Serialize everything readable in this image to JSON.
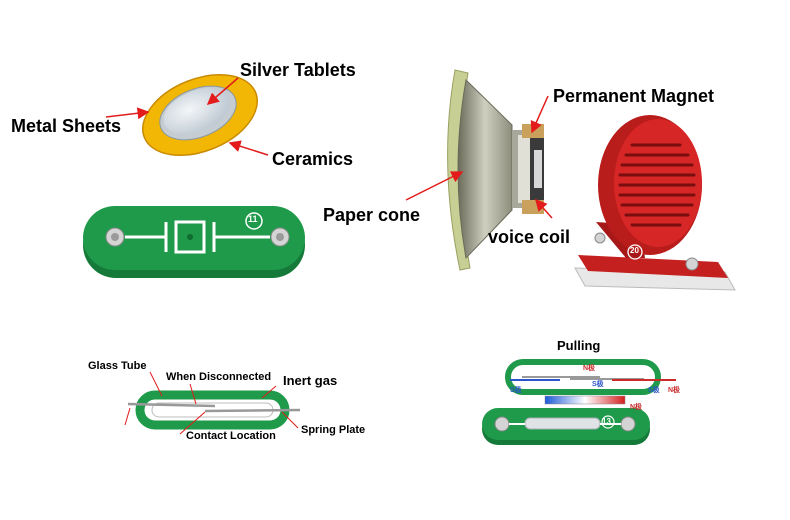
{
  "labels": {
    "silver_tablets": "Silver Tablets",
    "metal_sheets": "Metal Sheets",
    "ceramics": "Ceramics",
    "permanent_magnet": "Permanent Magnet",
    "paper_cone": "Paper cone",
    "voice_coil": "voice coil",
    "glass_tube": "Glass Tube",
    "when_disconnected": "When Disconnected",
    "inert_gas": "Inert gas",
    "contact_location": "Contact Location",
    "spring_plate": "Spring Plate",
    "pulling": "Pulling"
  },
  "board_numbers": {
    "piezo": "11",
    "speaker": "20",
    "reed": "13"
  },
  "reed_poles": {
    "n_top": "N极",
    "s_top": "S极",
    "n_right": "N极",
    "s_left": "S极",
    "s_right": "S极",
    "n_far_right": "N极"
  },
  "colors": {
    "pcb_green": "#1e9a4a",
    "speaker_red": "#c3201f",
    "piezo_yellow": "#f2b705",
    "arrow_red": "#e31b1b"
  }
}
